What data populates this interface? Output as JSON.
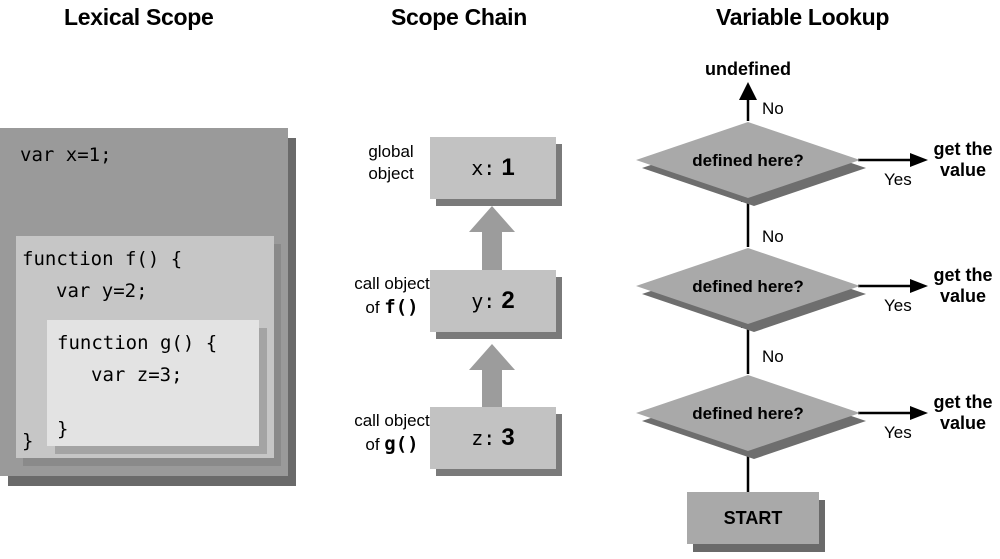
{
  "titles": {
    "lexical": "Lexical Scope",
    "chain": "Scope Chain",
    "lookup": "Variable Lookup"
  },
  "lexical": {
    "outer_code": "var x=1;",
    "f_open": "function f() {",
    "f_var": "var y=2;",
    "f_close": "}",
    "g_open": "function g() {",
    "g_var": "var z=3;",
    "g_close": "}"
  },
  "chain": {
    "nodes": [
      {
        "label_line1": "global",
        "label_line2": "object",
        "label_fn": "",
        "value_name": "x:",
        "value_num": "1"
      },
      {
        "label_line1": "call object",
        "label_line2": "of ",
        "label_fn": "f()",
        "value_name": "y:",
        "value_num": "2"
      },
      {
        "label_line1": "call object",
        "label_line2": "of ",
        "label_fn": "g()",
        "value_name": "z:",
        "value_num": "3"
      }
    ]
  },
  "lookup": {
    "undefined_label": "undefined",
    "no_label": "No",
    "yes_label": "Yes",
    "decision": "defined here?",
    "result_line1": "get the",
    "result_line2": "value",
    "start": "START"
  },
  "colors": {
    "outer_box": "#9a9a9a",
    "outer_shadow": "#6a6a6a",
    "middle_box": "#c6c6c6",
    "inner_box": "#e3e3e3",
    "node_box": "#c2c2c2",
    "node_shadow": "#7a7a7a",
    "arrow_fill": "#9c9c9c",
    "diamond_fill": "#a9a9a9"
  }
}
